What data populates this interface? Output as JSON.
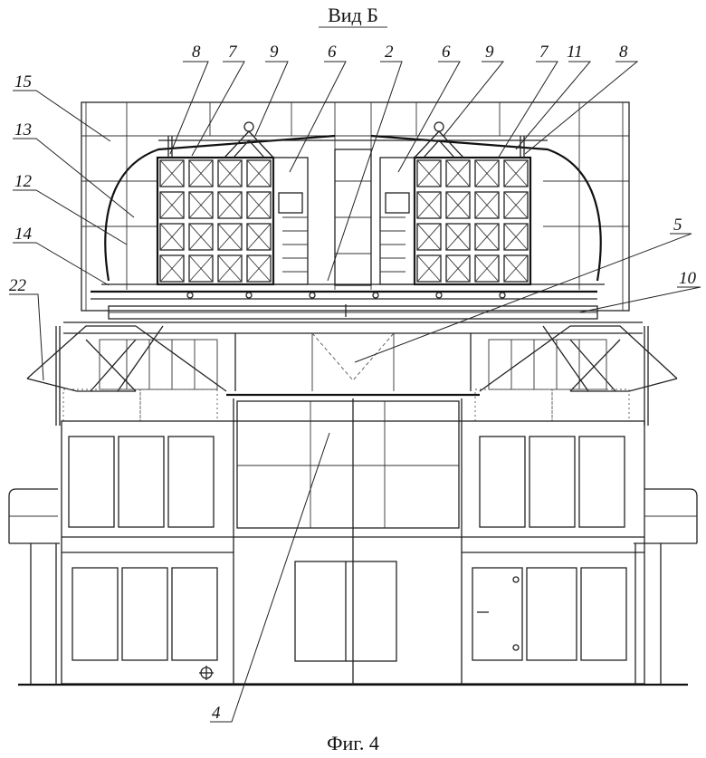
{
  "title": "Вид Б",
  "caption": "Фиг. 4",
  "callouts": [
    "8",
    "7",
    "9",
    "6",
    "2",
    "6",
    "9",
    "7",
    "11",
    "8",
    "15",
    "13",
    "12",
    "14",
    "22",
    "5",
    "10",
    "4"
  ]
}
